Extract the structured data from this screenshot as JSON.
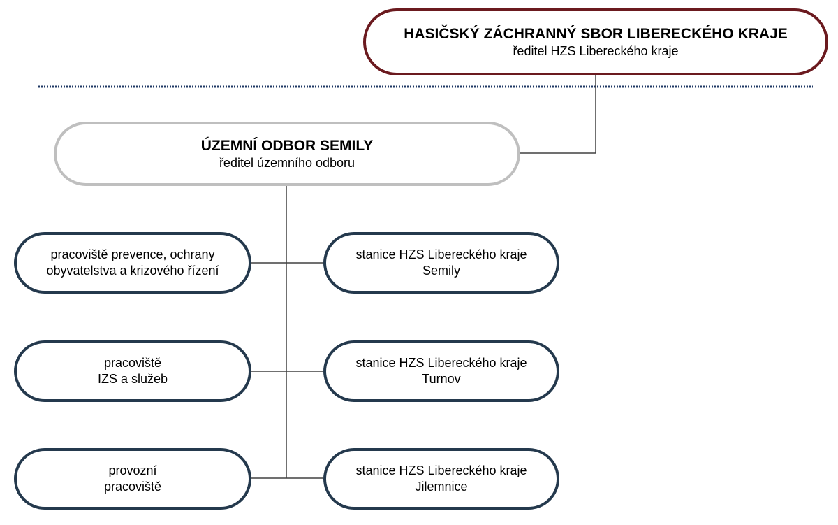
{
  "colors": {
    "hq_border": "#6b1a1f",
    "dept_border": "#bfbfbf",
    "unit_border": "#24394d",
    "separator": "#1f3864",
    "connector": "#404040"
  },
  "headquarters": {
    "title": "HASIČSKÝ ZÁCHRANNÝ SBOR LIBERECKÉHO KRAJE",
    "subtitle": "ředitel HZS Libereckého kraje"
  },
  "department": {
    "title": "ÚZEMNÍ ODBOR SEMILY",
    "subtitle": "ředitel územního odboru"
  },
  "left_units": [
    {
      "line1": "pracoviště prevence, ochrany",
      "line2": "obyvatelstva a krizového řízení"
    },
    {
      "line1": "pracoviště",
      "line2": "IZS a služeb"
    },
    {
      "line1": "provozní",
      "line2": "pracoviště"
    }
  ],
  "right_units": [
    {
      "line1": "stanice HZS Libereckého kraje",
      "line2": "Semily"
    },
    {
      "line1": "stanice HZS Libereckého kraje",
      "line2": "Turnov"
    },
    {
      "line1": "stanice HZS Libereckého kraje",
      "line2": "Jilemnice"
    }
  ]
}
